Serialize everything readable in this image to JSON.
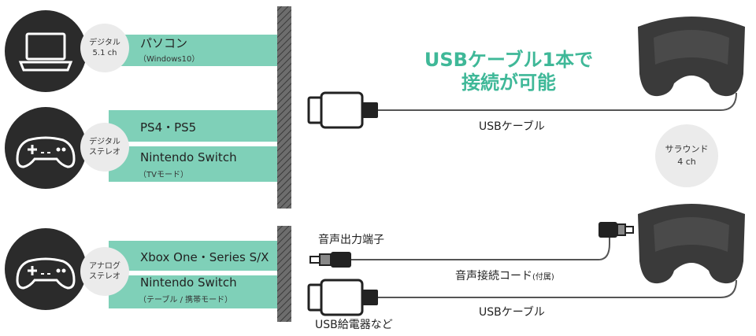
{
  "badges": {
    "pc": [
      "デジタル",
      "5.1 ch"
    ],
    "digital": [
      "デジタル",
      "ステレオ"
    ],
    "analog": [
      "アナログ",
      "ステレオ"
    ],
    "surround": [
      "サラウンド",
      "4 ch"
    ]
  },
  "devices": {
    "pc": {
      "name": "パソコン",
      "note": "（Windows10）"
    },
    "ps": {
      "name": "PS4・PS5"
    },
    "switch_tv": {
      "name": "Nintendo Switch",
      "note": "（TVモード）"
    },
    "xbox": {
      "name": "Xbox One・Series S/X"
    },
    "switch_table": {
      "name": "Nintendo Switch",
      "note": "（テーブル / 携帯モード）"
    }
  },
  "headline": [
    "USBケーブル1本で",
    "接続が可能"
  ],
  "labels": {
    "usb_cable_top": "USBケーブル",
    "usb_cable_bottom": "USBケーブル",
    "audio_port": "音声出力端子",
    "audio_cord": "音声接続コード",
    "audio_cord_note": "(付属)",
    "usb_charger": "USB給電器など"
  },
  "colors": {
    "accent": "#3fb898",
    "band": "#7fd0b8",
    "dark": "#2b2b2b",
    "badge": "#ebebeb"
  }
}
